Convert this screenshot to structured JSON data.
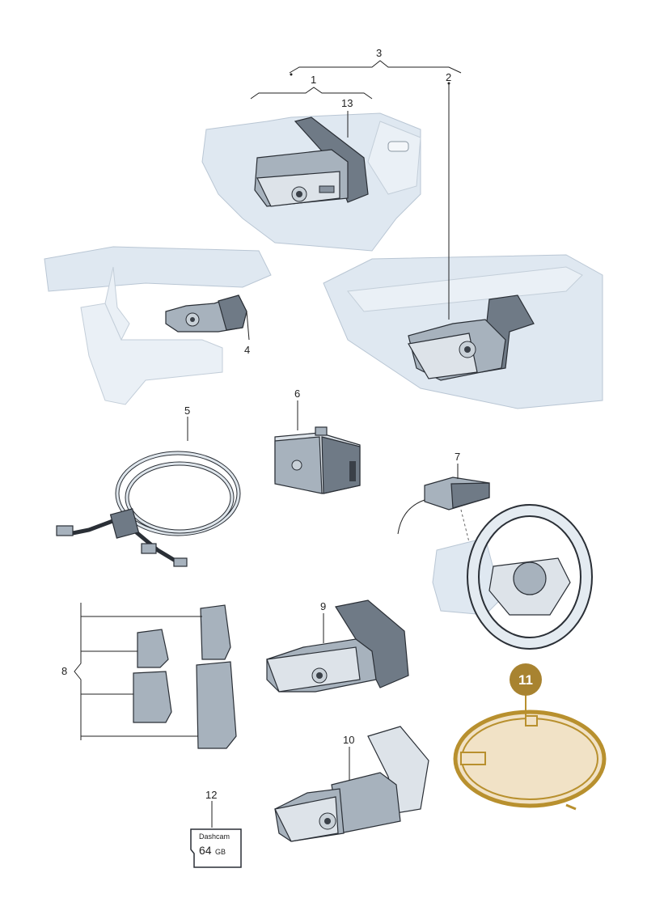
{
  "callouts": {
    "c1": "1",
    "c2": "2",
    "c3": "3",
    "c4": "4",
    "c5": "5",
    "c6": "6",
    "c7": "7",
    "c8": "8",
    "c9": "9",
    "c10": "10",
    "c11": "11",
    "c12": "12",
    "c13": "13"
  },
  "sd_card": {
    "line1": "Dashcam",
    "line2": "64",
    "line3": "GB"
  },
  "colors": {
    "highlight": "#b8902e",
    "highlight_fill": "#f1e2c6",
    "badge": "#a88330"
  }
}
